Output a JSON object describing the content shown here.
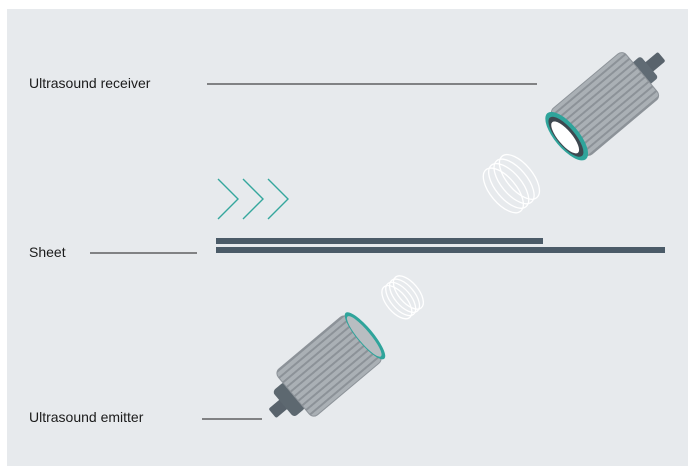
{
  "labels": {
    "receiver": "Ultrasound receiver",
    "sheet": "Sheet",
    "emitter": "Ultrasound emitter"
  },
  "colors": {
    "background": "#e7eaed",
    "sheet": "#4b5b68",
    "sensor_body": "#a9aeb3",
    "sensor_dark": "#59636c",
    "ring_accent": "#2fa49b",
    "chevrons": "#35a79d",
    "waves": "#ffffff",
    "leader_lines": "#1b1b1b"
  },
  "icons": {
    "receiver": "ultrasonic-sensor-icon",
    "emitter": "ultrasonic-sensor-icon",
    "motion": "chevron-right-icon"
  }
}
